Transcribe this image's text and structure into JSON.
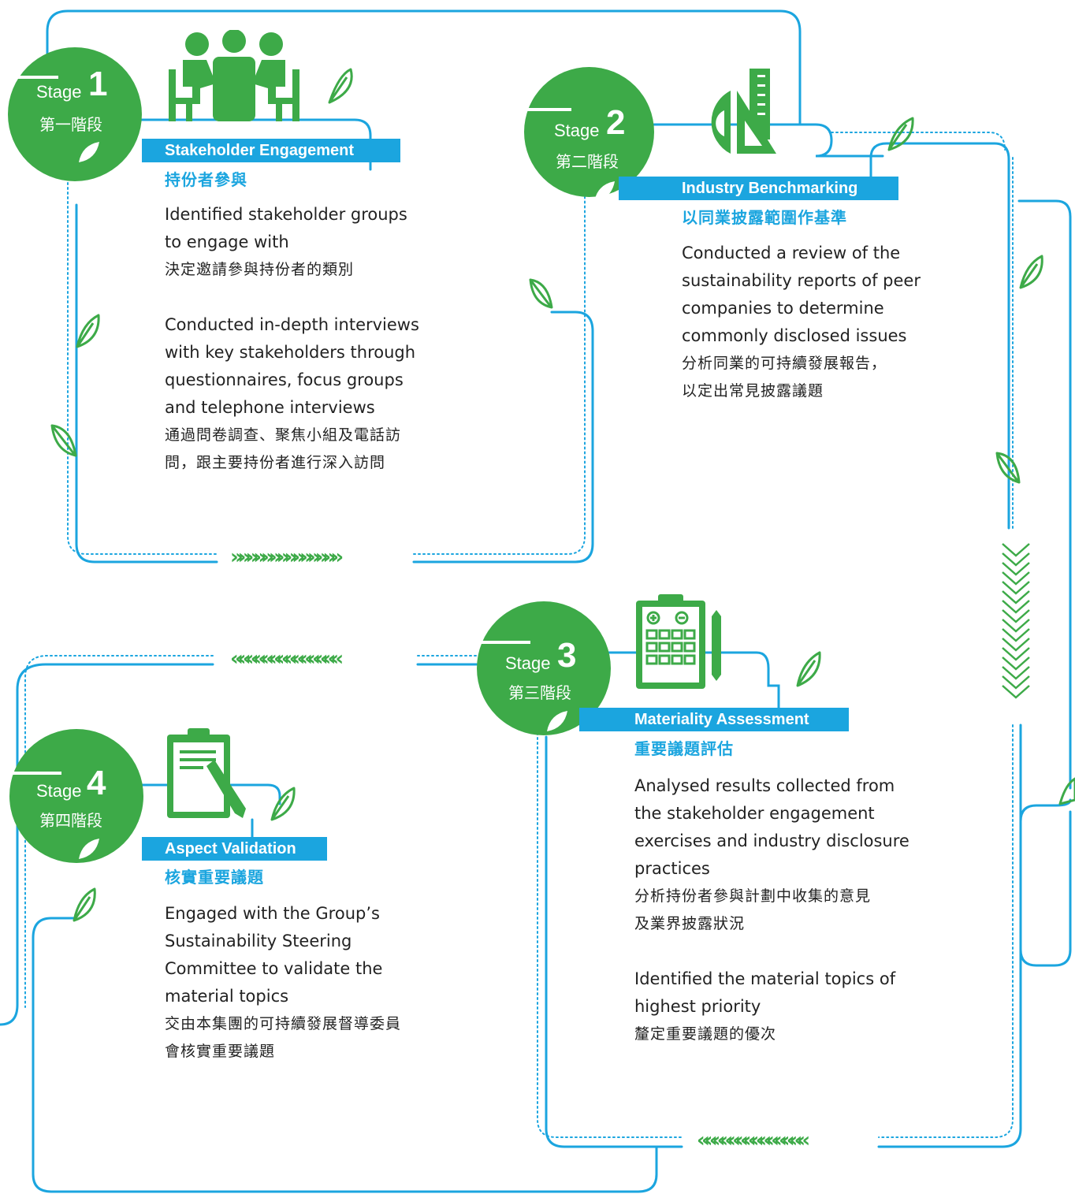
{
  "colors": {
    "green": "#3daa48",
    "blue": "#1ba5df",
    "text": "#222222"
  },
  "stages": [
    {
      "stage_word": "Stage",
      "number": "1",
      "label_zh": "第一階段",
      "title_en": "Stakeholder Engagement",
      "title_zh": "持份者參與",
      "icon": "meeting-people-icon",
      "blocks": [
        {
          "en": [
            "Identified stakeholder groups",
            "to engage with"
          ],
          "zh": [
            "決定邀請參與持份者的類別"
          ]
        },
        {
          "en": [
            "Conducted in-depth interviews",
            "with key stakeholders through",
            "questionnaires, focus groups",
            "and telephone interviews"
          ],
          "zh": [
            "通過問卷調查、聚焦小組及電話訪",
            "問，跟主要持份者進行深入訪問"
          ]
        }
      ]
    },
    {
      "stage_word": "Stage",
      "number": "2",
      "label_zh": "第二階段",
      "title_en": "Industry Benchmarking",
      "title_zh": "以同業披露範圍作基準",
      "icon": "protractor-ruler-icon",
      "blocks": [
        {
          "en": [
            "Conducted a review of the",
            "sustainability reports of peer",
            "companies to determine",
            "commonly disclosed issues"
          ],
          "zh": [
            "分析同業的可持續發展報告，",
            "以定出常見披露議題"
          ]
        }
      ]
    },
    {
      "stage_word": "Stage",
      "number": "3",
      "label_zh": "第三階段",
      "title_en": "Materiality Assessment",
      "title_zh": "重要議題評估",
      "icon": "clipboard-checklist-icon",
      "blocks": [
        {
          "en": [
            "Analysed results collected from",
            "the stakeholder engagement",
            "exercises and industry disclosure",
            "practices"
          ],
          "zh": [
            "分析持份者參與計劃中收集的意見",
            "及業界披露狀況"
          ]
        },
        {
          "en": [
            "Identified the material topics of",
            "highest priority"
          ],
          "zh": [
            "釐定重要議題的優次"
          ]
        }
      ]
    },
    {
      "stage_word": "Stage",
      "number": "4",
      "label_zh": "第四階段",
      "title_en": "Aspect Validation",
      "title_zh": "核實重要議題",
      "icon": "clipboard-pencil-icon",
      "blocks": [
        {
          "en": [
            "Engaged with the Group’s",
            "Sustainability Steering",
            "Committee to validate the",
            "material topics"
          ],
          "zh": [
            "交由本集團的可持續發展督導委員",
            "會核實重要議題"
          ]
        }
      ]
    }
  ],
  "arrows": {
    "right": "»»»»»»»»»»»»»»",
    "left": "««««««««««««««"
  }
}
